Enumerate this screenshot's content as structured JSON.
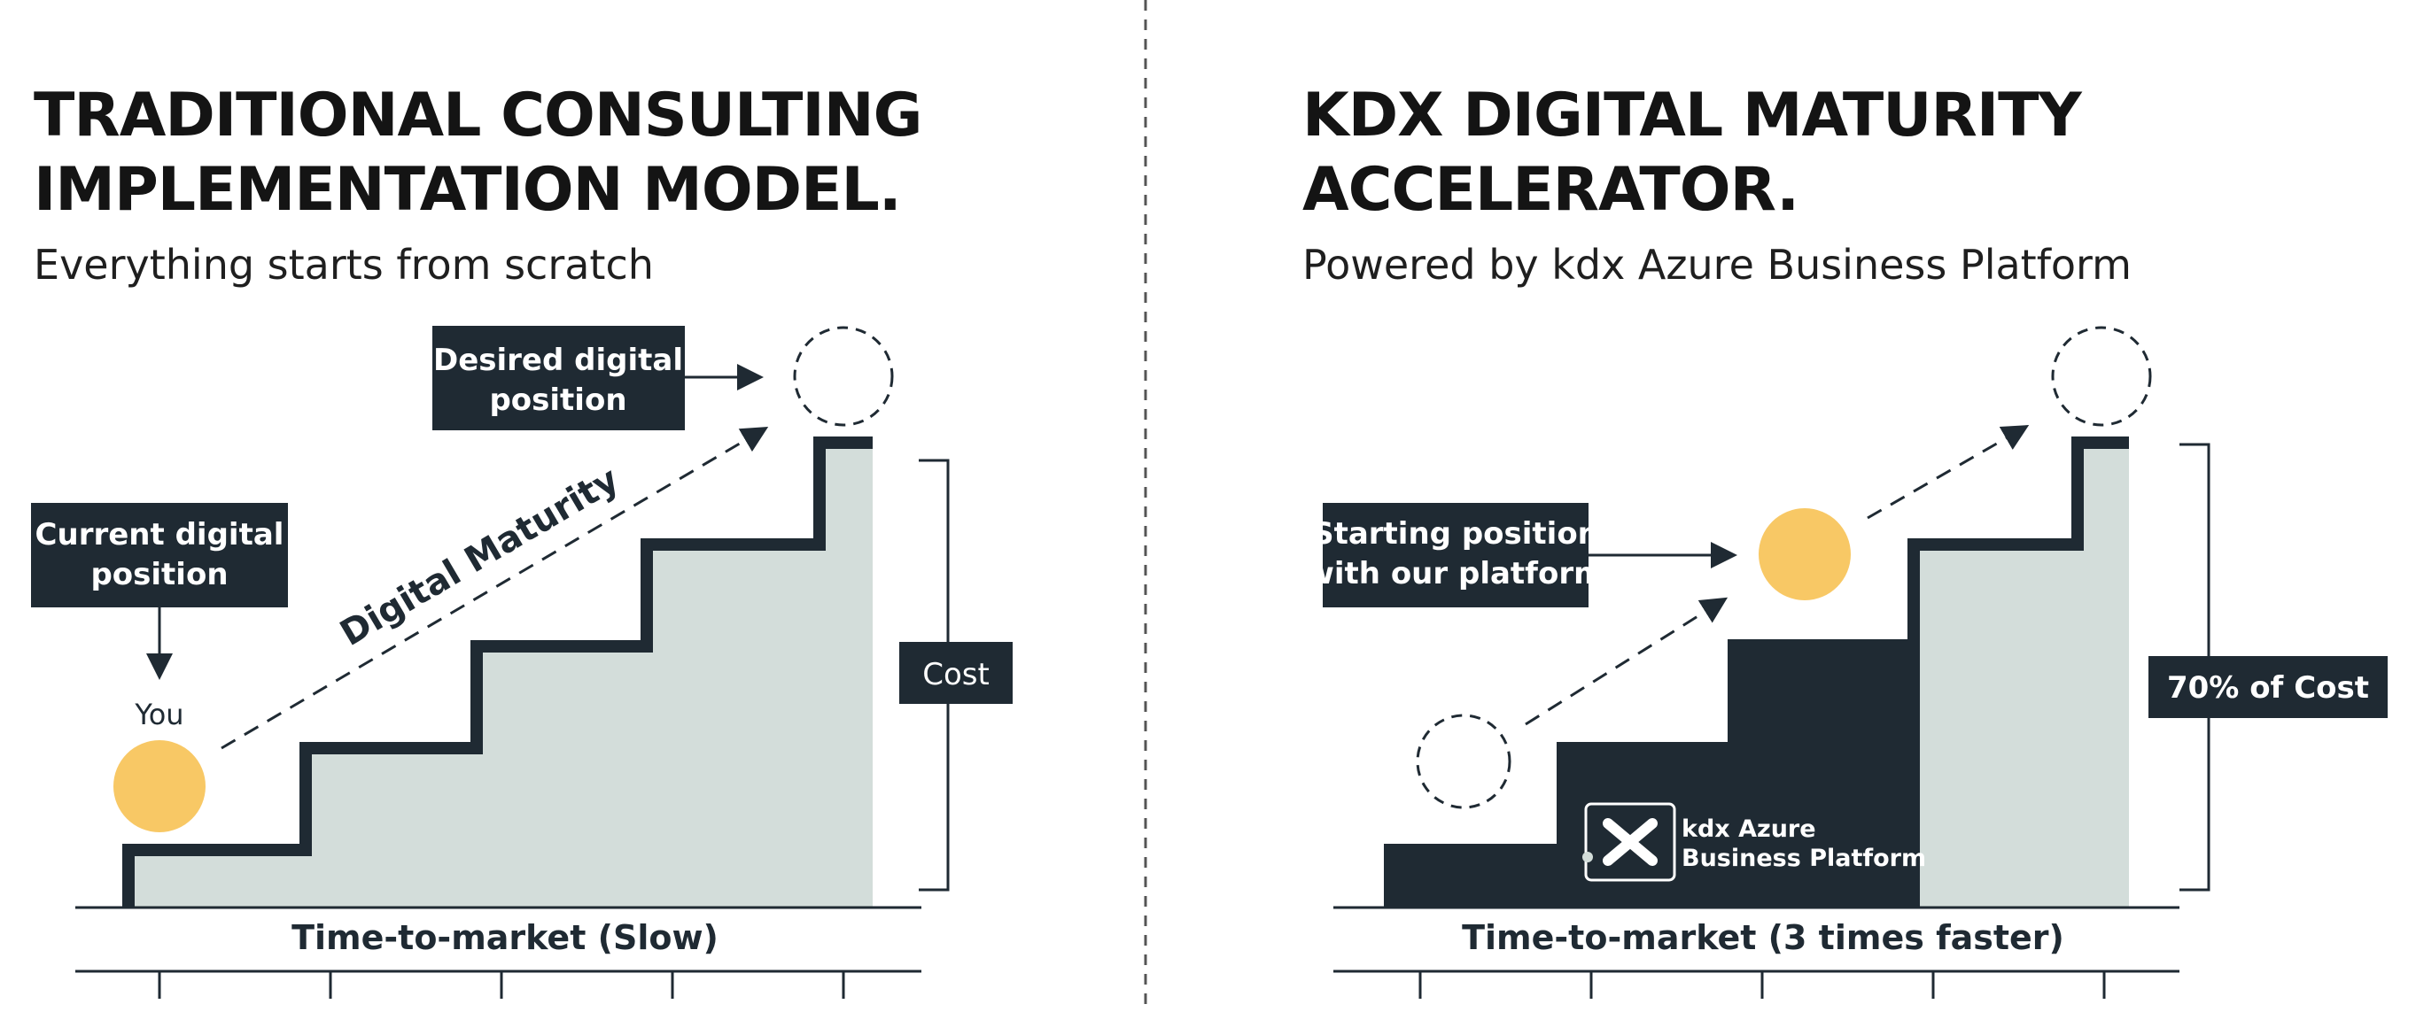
{
  "colors": {
    "dark": "#1f2a33",
    "fill": "#d3ddda",
    "sun": "#f8c865",
    "white": "#ffffff"
  },
  "left": {
    "title_line1": "TRADITIONAL CONSULTING",
    "title_line2": "IMPLEMENTATION MODEL.",
    "subtitle": "Everything starts from scratch",
    "current_label_line1": "Current digital",
    "current_label_line2": "position",
    "you_label": "You",
    "desired_label_line1": "Desired digital",
    "desired_label_line2": "position",
    "maturity_label": "Digital Maturity",
    "cost_label": "Cost",
    "axis_label": "Time-to-market (Slow)"
  },
  "right": {
    "title_line1": "KDX DIGITAL MATURITY",
    "title_line2": "ACCELERATOR.",
    "subtitle": "Powered by kdx Azure Business Platform",
    "start_label_line1": "Starting position",
    "start_label_line2": "with our platform",
    "cost_label": "70% of Cost",
    "platform_line1": "kdx Azure",
    "platform_line2": "Business Platform",
    "platform_icon": "kdx-x-logo-icon",
    "axis_label": "Time-to-market (3 times faster)"
  }
}
